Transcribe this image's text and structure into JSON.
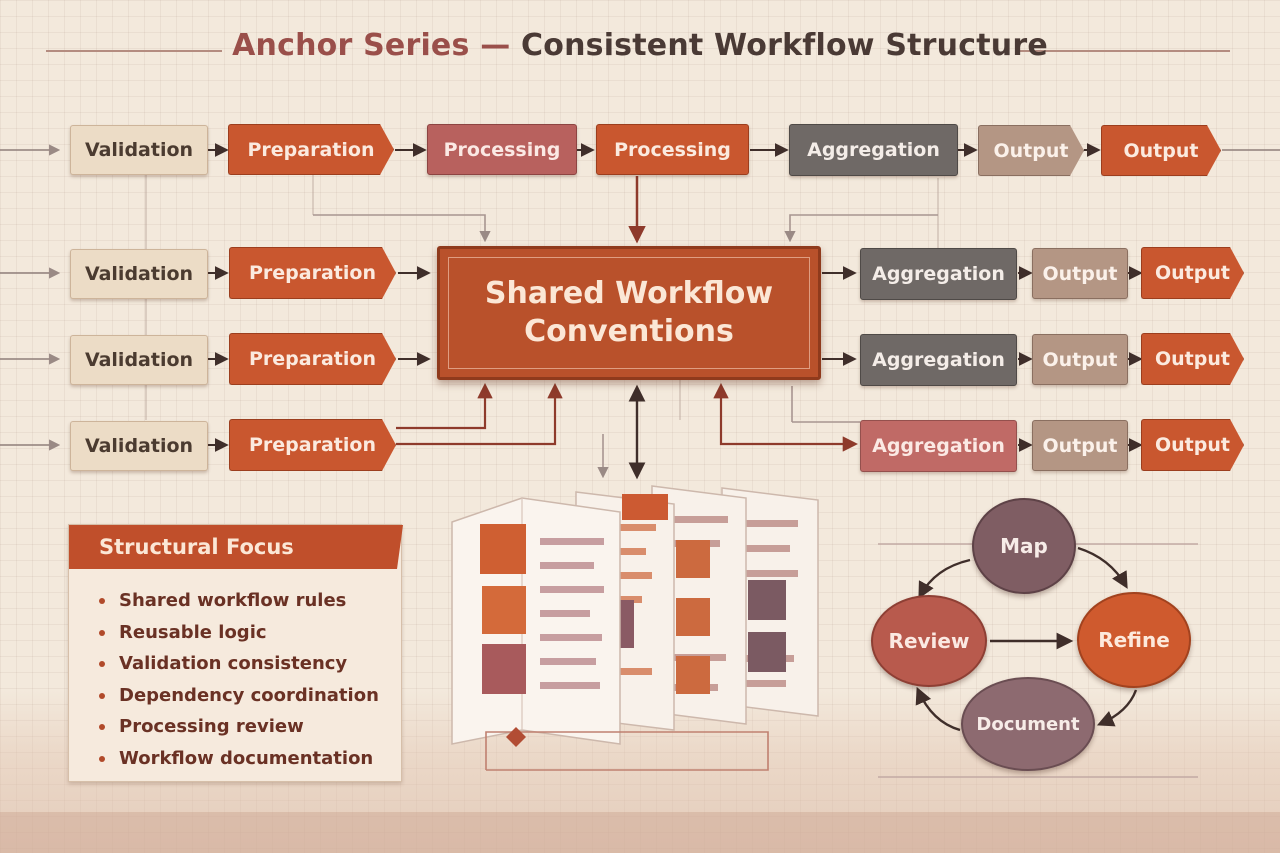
{
  "title": {
    "part1": "Anchor Series",
    "dash": "—",
    "part2": "Consistent Workflow Structure"
  },
  "rows": [
    {
      "stages": [
        {
          "label": "Validation",
          "style": "val"
        },
        {
          "label": "Preparation",
          "style": "prep"
        },
        {
          "label": "Processing",
          "style": "proc-rose"
        },
        {
          "label": "Processing",
          "style": "proc"
        },
        {
          "label": "Aggregation",
          "style": "agg-dark"
        },
        {
          "label": "Output",
          "style": "out-tan"
        },
        {
          "label": "Output",
          "style": "out"
        }
      ]
    },
    {
      "stages": [
        {
          "label": "Validation",
          "style": "val"
        },
        {
          "label": "Preparation",
          "style": "prep"
        },
        {
          "label": "Aggregation",
          "style": "agg-dark"
        },
        {
          "label": "Output",
          "style": "out-tan"
        },
        {
          "label": "Output",
          "style": "out"
        }
      ]
    },
    {
      "stages": [
        {
          "label": "Validation",
          "style": "val"
        },
        {
          "label": "Preparation",
          "style": "prep"
        },
        {
          "label": "Aggregation",
          "style": "agg-dark"
        },
        {
          "label": "Output",
          "style": "out-tan"
        },
        {
          "label": "Output",
          "style": "out"
        }
      ]
    },
    {
      "stages": [
        {
          "label": "Validation",
          "style": "val"
        },
        {
          "label": "Preparation",
          "style": "prep"
        },
        {
          "label": "Aggregation",
          "style": "agg-rose"
        },
        {
          "label": "Output",
          "style": "out-tan"
        },
        {
          "label": "Output",
          "style": "out"
        }
      ]
    }
  ],
  "center": {
    "line1": "Shared Workflow",
    "line2": "Conventions"
  },
  "focus": {
    "heading": "Structural Focus",
    "items": [
      "Shared workflow rules",
      "Reusable logic",
      "Validation consistency",
      "Dependency coordination",
      "Processing review",
      "Workflow documentation"
    ]
  },
  "cycle": {
    "map": "Map",
    "refine": "Refine",
    "document": "Document",
    "review": "Review"
  },
  "colors": {
    "accent": "#c9572f",
    "rose": "#b8615e",
    "slate": "#6f6966",
    "tan": "#b49684",
    "cream": "#ecdcc6",
    "plum": "#7f5d63"
  }
}
